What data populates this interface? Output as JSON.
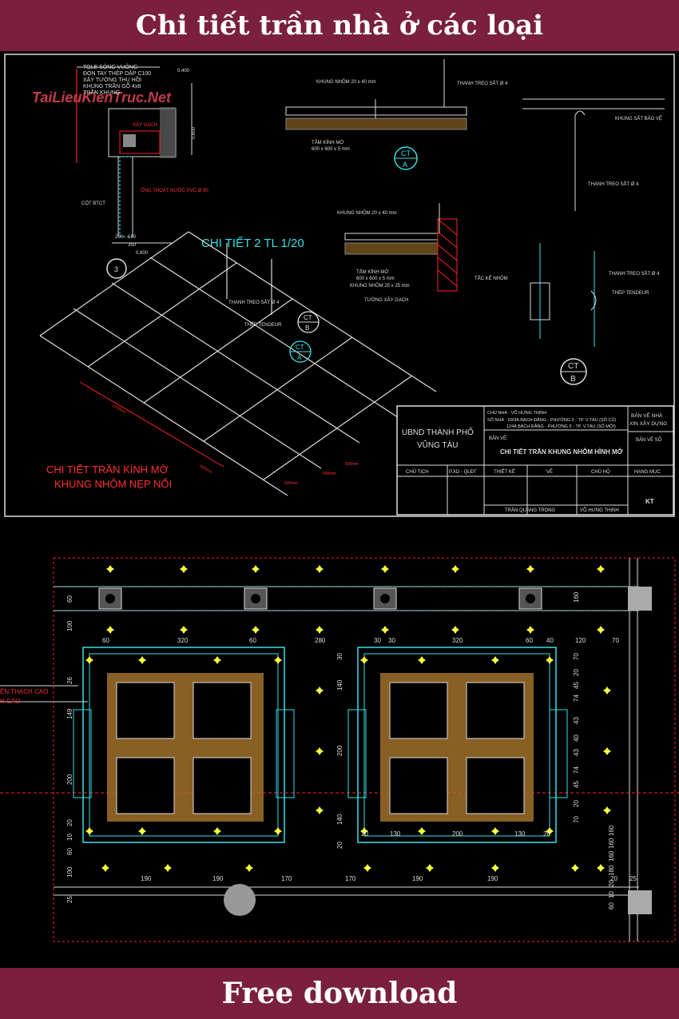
{
  "header": {
    "title": "Chi tiết trần nhà ở các loại"
  },
  "footer": {
    "label": "Free download"
  },
  "watermark": "TaiLieuKienTruc.Net",
  "top_drawing": {
    "notes_top_left": [
      "TOLE SÓNG VUÔNG",
      "ĐÒN TAY THÉP DẬP C100",
      "XÂY TƯỜNG THU HỒI",
      "KHUNG TRẦN GỖ 4x8",
      "TRẦN KHUNG"
    ],
    "label_xay_gach": "XÂY GẠCH",
    "label_ong_thoat": "ỐNG THOÁT NƯỚC PVC Ø 90",
    "label_cot": "CỘT BTCT",
    "dims_bottom": [
      "200",
      "150",
      "350",
      "0.800"
    ],
    "dim_side": "0.600",
    "dim_small": "0.400",
    "bubble_3": "3",
    "detail_title": "CHI TIẾT 2 TL 1/20",
    "labels_ct_a_section": {
      "khung_nhom": "KHUNG NHÔM 20 x 40 mm",
      "thanh_treo": "THANH TREO SẮT Ø 4",
      "tam_kinh": "TẤM KÍNH MỜ",
      "tam_kinh_dim": "600 x 600 x 5 mm"
    },
    "labels_right_top": {
      "khung_sat": "KHUNG SẮT BẢO VỆ",
      "thanh_treo": "THANH TREO SẮT Ø 4"
    },
    "labels_mid": {
      "khung_nhom": "KHUNG NHÔM 20 x 40 mm",
      "tam_kinh": "TẤM KÍNH MỜ",
      "tam_kinh_dim": "600 x 600 x 5 mm",
      "khung_nhom_2": "KHUNG NHÔM 25 x 25 mm",
      "tuong": "TƯỜNG XÂY GẠCH",
      "tac_ke": "TẮC KÊ NHÔM"
    },
    "labels_right_mid": {
      "thanh_treo": "THANH TREO SẮT Ø 4",
      "thep": "THÉP TENDEUR"
    },
    "labels_iso": {
      "thanh_treo": "THANH TREO SẮT Ø 4",
      "thep": "THÉP TENDEUR"
    },
    "bubble_ct": "CT",
    "bubble_a": "A",
    "bubble_b": "B",
    "iso_dims": [
      "1200mm",
      "600mm",
      "600mm",
      "600mm",
      "600mm"
    ],
    "iso_title_1": "CHI TIẾT TRẦN KÍNH MỜ",
    "iso_title_2": "KHUNG NHÔM NẸP NỔI",
    "title_block": {
      "org_1": "UBND THÀNH PHỐ",
      "org_2": "VŨNG TÀU",
      "owner": "CHỦ NHÀ : VÕ HƯNG THỊNH",
      "addr_1": "SỐ NHÀ : 69/3A BẠCH ĐẰNG - PHƯỜNG 5 - TP. V.TÀU (SỐ CŨ)",
      "addr_2": "124A BẠCH ĐẰNG - PHƯỜNG 5 - TP. V.TÀU (SỐ MỚI)",
      "ban_ve_label": "BẢN VẼ:",
      "ban_ve_title": "CHI TIẾT TRẦN KHUNG NHÔM HÌNH MỞ",
      "right_1": "BẢN VẼ NHÀ",
      "right_2": "XIN XÂY DỰNG",
      "ban_ve_so": "BẢN VẼ SỐ",
      "cols": [
        "CHỦ TỊCH",
        "P.XD - QLĐT",
        "THIẾT KẾ",
        "VẼ",
        "CHỦ HỘ",
        "HẠNG MỤC"
      ],
      "names": [
        "TRẦN QUANG TRỌNG",
        "VÕ HƯNG THỊNH"
      ],
      "code": "KT"
    }
  },
  "bottom_drawing": {
    "top_dims": [
      "60",
      "320",
      "60",
      "280",
      "30",
      "30",
      "320",
      "60",
      "40",
      "120",
      "70"
    ],
    "bottom_dims": [
      "190",
      "190",
      "170",
      "170",
      "190",
      "190",
      "20",
      "25"
    ],
    "left_dims_top": [
      "60",
      "100"
    ],
    "left_dims_mid": [
      "26",
      "149",
      "200",
      "20",
      "10",
      "60",
      "100",
      "25"
    ],
    "right_dims": [
      "160",
      "70",
      "20",
      "45",
      "74",
      "43",
      "40",
      "43",
      "74",
      "45",
      "20",
      "70",
      "160",
      "160",
      "160",
      "180",
      "20",
      "10",
      "60"
    ],
    "inner_dims": [
      "140",
      "200",
      "140",
      "30",
      "20"
    ],
    "inner_bottom_dims": [
      "20",
      "130",
      "200",
      "130",
      "20"
    ],
    "left_cut_labels": [
      "ÊN THẠCH CAO",
      "H CAO"
    ]
  },
  "colors": {
    "banner": "#7a1f3d",
    "cad_bg": "#000000",
    "frame": "#ffffff",
    "dim_red": "#ff2020",
    "cyan": "#35e0e8",
    "yellow": "#ffff3a",
    "brown": "#a0702a"
  }
}
